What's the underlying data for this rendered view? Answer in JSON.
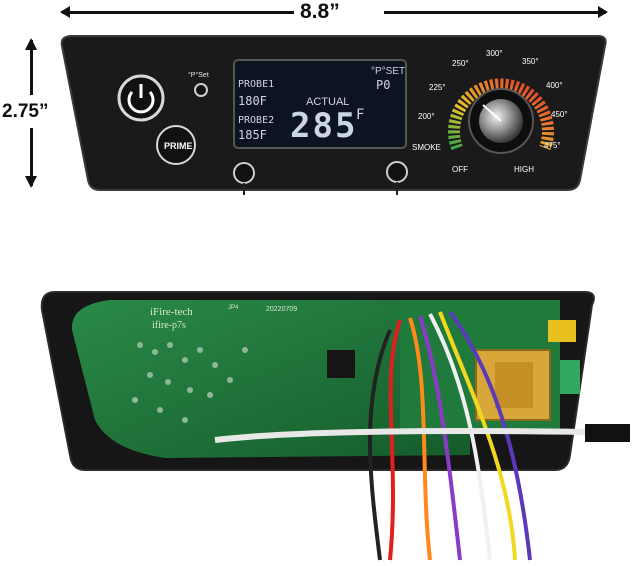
{
  "dimensions": {
    "width": "8.8”",
    "height": "2.75”"
  },
  "lcd": {
    "probe1_label": "PROBE1",
    "probe1_value": "180F",
    "probe2_label": "PROBE2",
    "probe2_value": "185F",
    "actual_label": "ACTUAL",
    "temperature": "285",
    "unit": "F",
    "pset_label": "°P°SET",
    "pset_value": "P0"
  },
  "panel": {
    "pset_button_label": "°P°Set",
    "prime_label": "PRIME"
  },
  "dial": {
    "settings": [
      "SMOKE",
      "200°",
      "225°",
      "250°",
      "300°",
      "350°",
      "400°",
      "450°",
      "475°"
    ],
    "off_label": "OFF",
    "high_label": "HIGH"
  },
  "pcb": {
    "brand": "iFire-tech",
    "model": "ifire-p7s",
    "date": "20220709",
    "jumper": "JP4"
  },
  "colors": {
    "panel": "#1a1a1a",
    "lcd": "#0d1320",
    "pcb": "#1f7a3c",
    "dial_gradient": [
      "#3aa845",
      "#e6c32a",
      "#e8772a",
      "#d82a2a"
    ]
  }
}
